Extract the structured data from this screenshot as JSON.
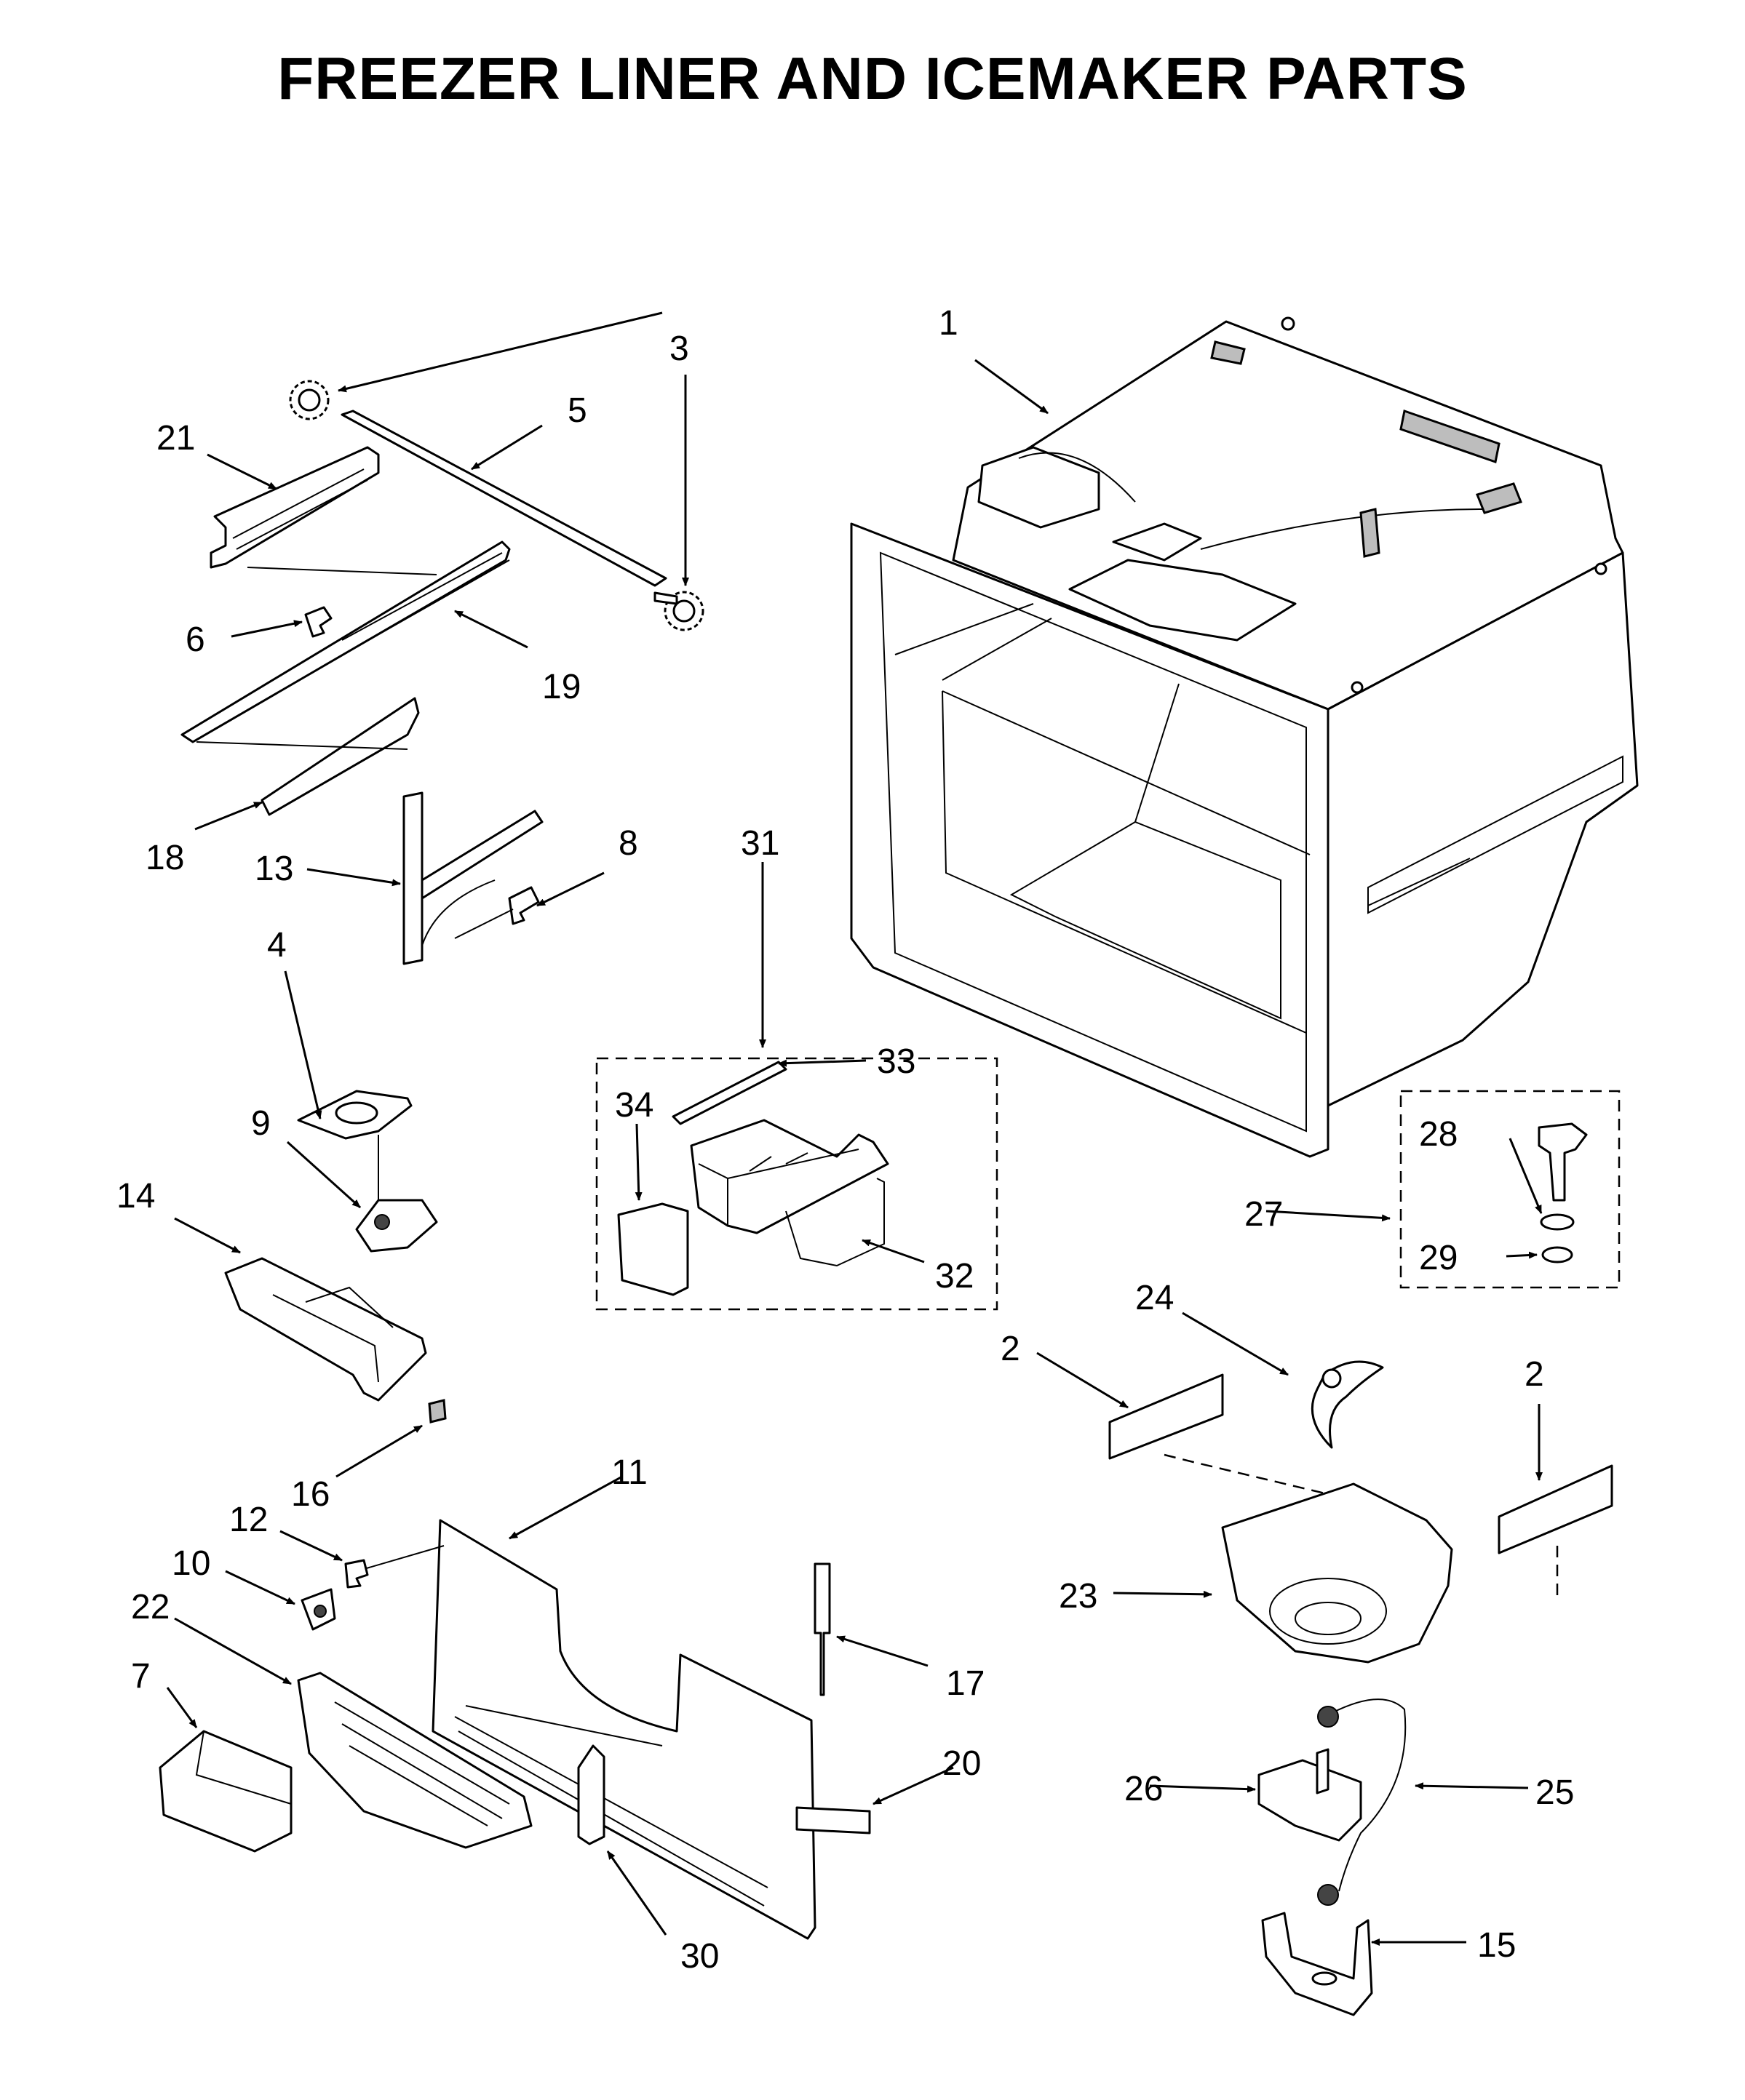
{
  "title": "FREEZER LINER AND ICEMAKER PARTS",
  "callouts": [
    "1",
    "2",
    "2",
    "3",
    "4",
    "5",
    "6",
    "7",
    "8",
    "9",
    "10",
    "11",
    "12",
    "13",
    "14",
    "15",
    "16",
    "17",
    "18",
    "19",
    "20",
    "21",
    "22",
    "23",
    "24",
    "25",
    "26",
    "27",
    "28",
    "29",
    "30",
    "31",
    "32",
    "33",
    "34"
  ]
}
